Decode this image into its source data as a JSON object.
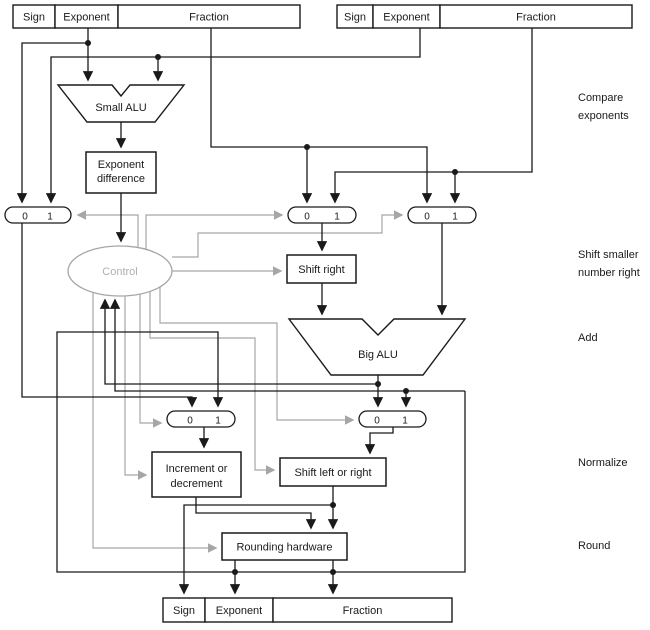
{
  "diagram": {
    "title_hidden": "",
    "registers": {
      "a": {
        "fields": [
          "Sign",
          "Exponent",
          "Fraction"
        ]
      },
      "b": {
        "fields": [
          "Sign",
          "Exponent",
          "Fraction"
        ]
      },
      "result": {
        "fields": [
          "Sign",
          "Exponent",
          "Fraction"
        ]
      }
    },
    "blocks": {
      "small_alu": "Small ALU",
      "exp_diff_line1": "Exponent",
      "exp_diff_line2": "difference",
      "control": "Control",
      "shift_right": "Shift right",
      "big_alu": "Big ALU",
      "incr_line1": "Increment or",
      "incr_line2": "decrement",
      "shift_lr": "Shift left or right",
      "rounding": "Rounding hardware"
    },
    "mux": {
      "zero": "0",
      "one": "1"
    },
    "stages": [
      {
        "lines": [
          "Compare",
          "exponents"
        ]
      },
      {
        "lines": [
          "Shift smaller",
          "number right"
        ]
      },
      {
        "lines": [
          "Add"
        ]
      },
      {
        "lines": [
          "Normalize"
        ]
      },
      {
        "lines": [
          "Round"
        ]
      }
    ],
    "colors": {
      "wire": "#1a1a1a",
      "control_wire": "#a6a6a6",
      "background": "#ffffff"
    }
  }
}
